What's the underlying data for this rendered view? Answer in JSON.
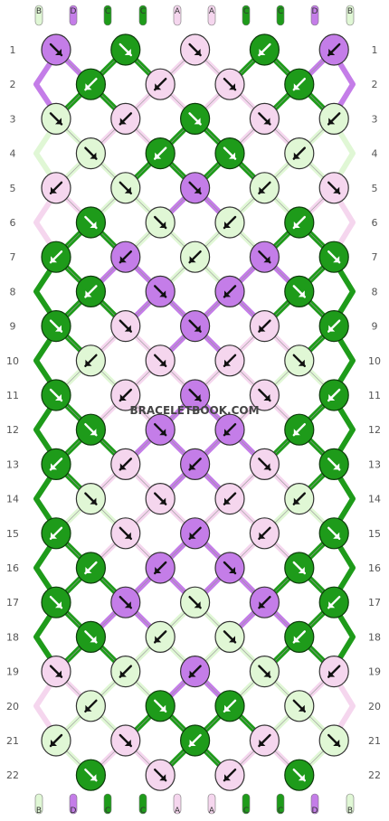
{
  "watermark": "BRACELETBOOK.COM",
  "colors": {
    "A": "#f5d6ee",
    "B": "#e0f7d5",
    "C": "#1e9b1a",
    "D": "#c47de8"
  },
  "strands_top": [
    "B",
    "D",
    "C",
    "C",
    "A",
    "A",
    "C",
    "C",
    "D",
    "B"
  ],
  "strands_bottom": [
    "B",
    "D",
    "C",
    "C",
    "A",
    "A",
    "C",
    "C",
    "D",
    "B"
  ],
  "row_numbers": [
    "1",
    "2",
    "3",
    "4",
    "5",
    "6",
    "7",
    "8",
    "9",
    "10",
    "11",
    "12",
    "13",
    "14",
    "15",
    "16",
    "17",
    "18",
    "19",
    "20",
    "21",
    "22"
  ],
  "knot_rows": [
    {
      "knots": [
        {
          "c": "D",
          "d": "se"
        },
        {
          "c": "C",
          "d": "se"
        },
        {
          "c": "A",
          "d": "se"
        },
        {
          "c": "C",
          "d": "sw"
        },
        {
          "c": "D",
          "d": "sw"
        }
      ]
    },
    {
      "knots": [
        {
          "c": "C",
          "d": "sw"
        },
        {
          "c": "A",
          "d": "sw"
        },
        {
          "c": "A",
          "d": "se"
        },
        {
          "c": "C",
          "d": "sw"
        }
      ]
    },
    {
      "knots": [
        {
          "c": "B",
          "d": "se"
        },
        {
          "c": "A",
          "d": "sw"
        },
        {
          "c": "C",
          "d": "se"
        },
        {
          "c": "A",
          "d": "se"
        },
        {
          "c": "B",
          "d": "sw"
        }
      ]
    },
    {
      "knots": [
        {
          "c": "B",
          "d": "se"
        },
        {
          "c": "C",
          "d": "sw"
        },
        {
          "c": "C",
          "d": "se"
        },
        {
          "c": "B",
          "d": "sw"
        }
      ]
    },
    {
      "knots": [
        {
          "c": "A",
          "d": "sw"
        },
        {
          "c": "B",
          "d": "se"
        },
        {
          "c": "D",
          "d": "se"
        },
        {
          "c": "B",
          "d": "sw"
        },
        {
          "c": "A",
          "d": "se"
        }
      ]
    },
    {
      "knots": [
        {
          "c": "C",
          "d": "se"
        },
        {
          "c": "B",
          "d": "se"
        },
        {
          "c": "B",
          "d": "sw"
        },
        {
          "c": "C",
          "d": "sw"
        }
      ]
    },
    {
      "knots": [
        {
          "c": "C",
          "d": "sw"
        },
        {
          "c": "D",
          "d": "sw"
        },
        {
          "c": "B",
          "d": "sw"
        },
        {
          "c": "D",
          "d": "se"
        },
        {
          "c": "C",
          "d": "se"
        }
      ]
    },
    {
      "knots": [
        {
          "c": "C",
          "d": "sw"
        },
        {
          "c": "D",
          "d": "se"
        },
        {
          "c": "D",
          "d": "sw"
        },
        {
          "c": "C",
          "d": "se"
        }
      ]
    },
    {
      "knots": [
        {
          "c": "C",
          "d": "se"
        },
        {
          "c": "A",
          "d": "se"
        },
        {
          "c": "D",
          "d": "se"
        },
        {
          "c": "A",
          "d": "sw"
        },
        {
          "c": "C",
          "d": "sw"
        }
      ]
    },
    {
      "knots": [
        {
          "c": "B",
          "d": "sw"
        },
        {
          "c": "A",
          "d": "se"
        },
        {
          "c": "A",
          "d": "sw"
        },
        {
          "c": "B",
          "d": "se"
        }
      ]
    },
    {
      "knots": [
        {
          "c": "C",
          "d": "se"
        },
        {
          "c": "A",
          "d": "sw"
        },
        {
          "c": "D",
          "d": "se"
        },
        {
          "c": "A",
          "d": "se"
        },
        {
          "c": "C",
          "d": "sw"
        }
      ]
    },
    {
      "knots": [
        {
          "c": "C",
          "d": "se"
        },
        {
          "c": "D",
          "d": "se"
        },
        {
          "c": "D",
          "d": "sw"
        },
        {
          "c": "C",
          "d": "sw"
        }
      ]
    },
    {
      "knots": [
        {
          "c": "C",
          "d": "sw"
        },
        {
          "c": "A",
          "d": "sw"
        },
        {
          "c": "D",
          "d": "sw"
        },
        {
          "c": "A",
          "d": "se"
        },
        {
          "c": "C",
          "d": "se"
        }
      ]
    },
    {
      "knots": [
        {
          "c": "B",
          "d": "se"
        },
        {
          "c": "A",
          "d": "se"
        },
        {
          "c": "A",
          "d": "sw"
        },
        {
          "c": "B",
          "d": "sw"
        }
      ]
    },
    {
      "knots": [
        {
          "c": "C",
          "d": "sw"
        },
        {
          "c": "A",
          "d": "se"
        },
        {
          "c": "D",
          "d": "sw"
        },
        {
          "c": "A",
          "d": "sw"
        },
        {
          "c": "C",
          "d": "se"
        }
      ]
    },
    {
      "knots": [
        {
          "c": "C",
          "d": "sw"
        },
        {
          "c": "D",
          "d": "sw"
        },
        {
          "c": "D",
          "d": "se"
        },
        {
          "c": "C",
          "d": "se"
        }
      ]
    },
    {
      "knots": [
        {
          "c": "C",
          "d": "se"
        },
        {
          "c": "D",
          "d": "se"
        },
        {
          "c": "B",
          "d": "se"
        },
        {
          "c": "D",
          "d": "sw"
        },
        {
          "c": "C",
          "d": "sw"
        }
      ]
    },
    {
      "knots": [
        {
          "c": "C",
          "d": "se"
        },
        {
          "c": "B",
          "d": "sw"
        },
        {
          "c": "B",
          "d": "se"
        },
        {
          "c": "C",
          "d": "sw"
        }
      ]
    },
    {
      "knots": [
        {
          "c": "A",
          "d": "se"
        },
        {
          "c": "B",
          "d": "sw"
        },
        {
          "c": "D",
          "d": "sw"
        },
        {
          "c": "B",
          "d": "se"
        },
        {
          "c": "A",
          "d": "sw"
        }
      ]
    },
    {
      "knots": [
        {
          "c": "B",
          "d": "sw"
        },
        {
          "c": "C",
          "d": "se"
        },
        {
          "c": "C",
          "d": "sw"
        },
        {
          "c": "B",
          "d": "se"
        }
      ]
    },
    {
      "knots": [
        {
          "c": "B",
          "d": "sw"
        },
        {
          "c": "A",
          "d": "se"
        },
        {
          "c": "C",
          "d": "sw"
        },
        {
          "c": "A",
          "d": "sw"
        },
        {
          "c": "B",
          "d": "se"
        }
      ]
    },
    {
      "knots": [
        {
          "c": "C",
          "d": "se"
        },
        {
          "c": "A",
          "d": "se"
        },
        {
          "c": "A",
          "d": "sw"
        },
        {
          "c": "C",
          "d": "se"
        }
      ]
    }
  ]
}
